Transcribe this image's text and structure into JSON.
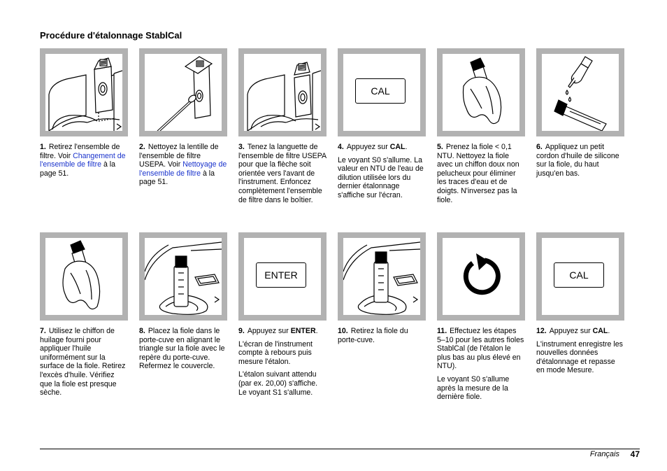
{
  "title": "Procédure d'étalonnage StablCal",
  "steps": [
    {
      "num": "1.",
      "t1": "Retirez l'ensemble de filtre. Voir ",
      "link": "Changement de l'ensemble de filtre",
      "t2": " à la page 51."
    },
    {
      "num": "2.",
      "t1": "Nettoyez la lentille de l'ensemble de filtre USEPA. Voir ",
      "link": "Nettoyage de l'ensemble de filtre",
      "t2": " à la page 51."
    },
    {
      "num": "3.",
      "t1": "Tenez la languette de l'ensemble de filtre USEPA pour que la flèche soit orientée vers l'avant de l'instrument. Enfoncez complètement l'ensemble de filtre dans le boîtier."
    },
    {
      "num": "4.",
      "t1": "Appuyez sur ",
      "key": "CAL",
      "t2": ".",
      "p2": "Le voyant S0 s'allume. La valeur en NTU de l'eau de dilution utilisée lors du dernier étalonnage s'affiche sur l'écran."
    },
    {
      "num": "5.",
      "t1": "Prenez la fiole < 0,1 NTU. Nettoyez la fiole avec un chiffon doux non pelucheux pour éliminer les traces d'eau et de doigts. N'inversez pas la fiole."
    },
    {
      "num": "6.",
      "t1": "Appliquez un petit cordon d'huile de silicone sur la fiole, du haut jusqu'en bas."
    },
    {
      "num": "7.",
      "t1": "Utilisez le chiffon de huilage fourni pour appliquer l'huile uniformément sur la surface de la fiole. Retirez l'excès d'huile. Vérifiez que la fiole est presque sèche."
    },
    {
      "num": "8.",
      "t1": "Placez la fiole dans le porte-cuve en alignant le triangle sur la fiole avec le repère du porte-cuve. Refermez le couvercle."
    },
    {
      "num": "9.",
      "t1": "Appuyez sur ",
      "key": "ENTER",
      "t2": ".",
      "p2": "L'écran de l'instrument compte à rebours puis mesure l'étalon.",
      "p3": "L'étalon suivant attendu (par ex. 20,00) s'affiche. Le voyant S1 s'allume."
    },
    {
      "num": "10.",
      "t1": "Retirez la fiole du porte-cuve."
    },
    {
      "num": "11.",
      "t1": "Effectuez les étapes 5–10 pour les autres fioles StablCal (de l'étalon le plus bas au plus élevé en NTU).",
      "p2": "Le voyant S0 s'allume après la mesure de la dernière fiole."
    },
    {
      "num": "12.",
      "t1": "Appuyez sur ",
      "key": "CAL",
      "t2": ".",
      "p2": "L'instrument enregistre les nouvelles données d'étalonnage et repasse en mode Mesure."
    }
  ],
  "buttons": {
    "cal": "CAL",
    "enter": "ENTER"
  },
  "footer": {
    "language": "Français",
    "page": "47"
  }
}
